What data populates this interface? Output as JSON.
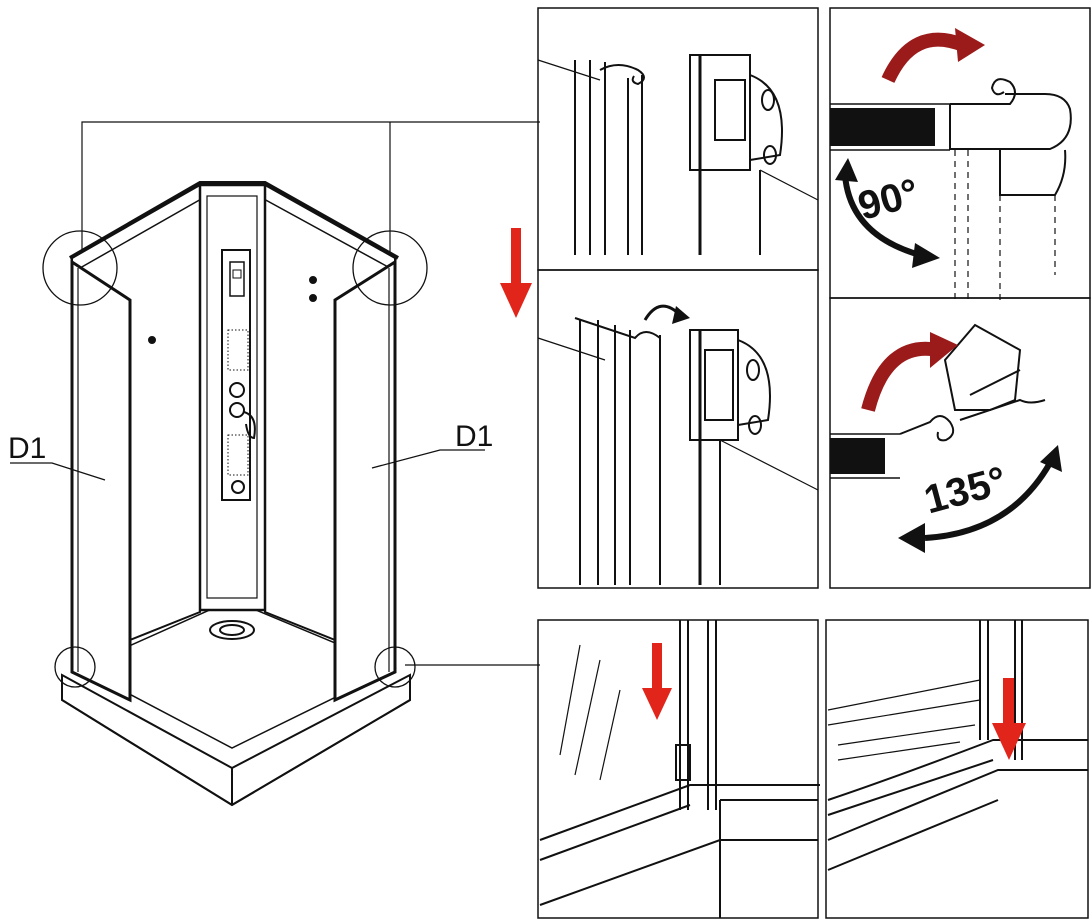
{
  "labels": {
    "left_panel": "D1",
    "right_panel": "D1"
  },
  "angles": {
    "rotate_a": "90°",
    "rotate_b": "135°"
  },
  "colors": {
    "arrow_red": "#e1251b",
    "curved_arrow_red": "#c0392b",
    "line": "#111111"
  },
  "icons": {
    "down_arrow": "red-down-arrow-icon",
    "rotate_arrow": "curved-rotate-arrow-icon"
  }
}
